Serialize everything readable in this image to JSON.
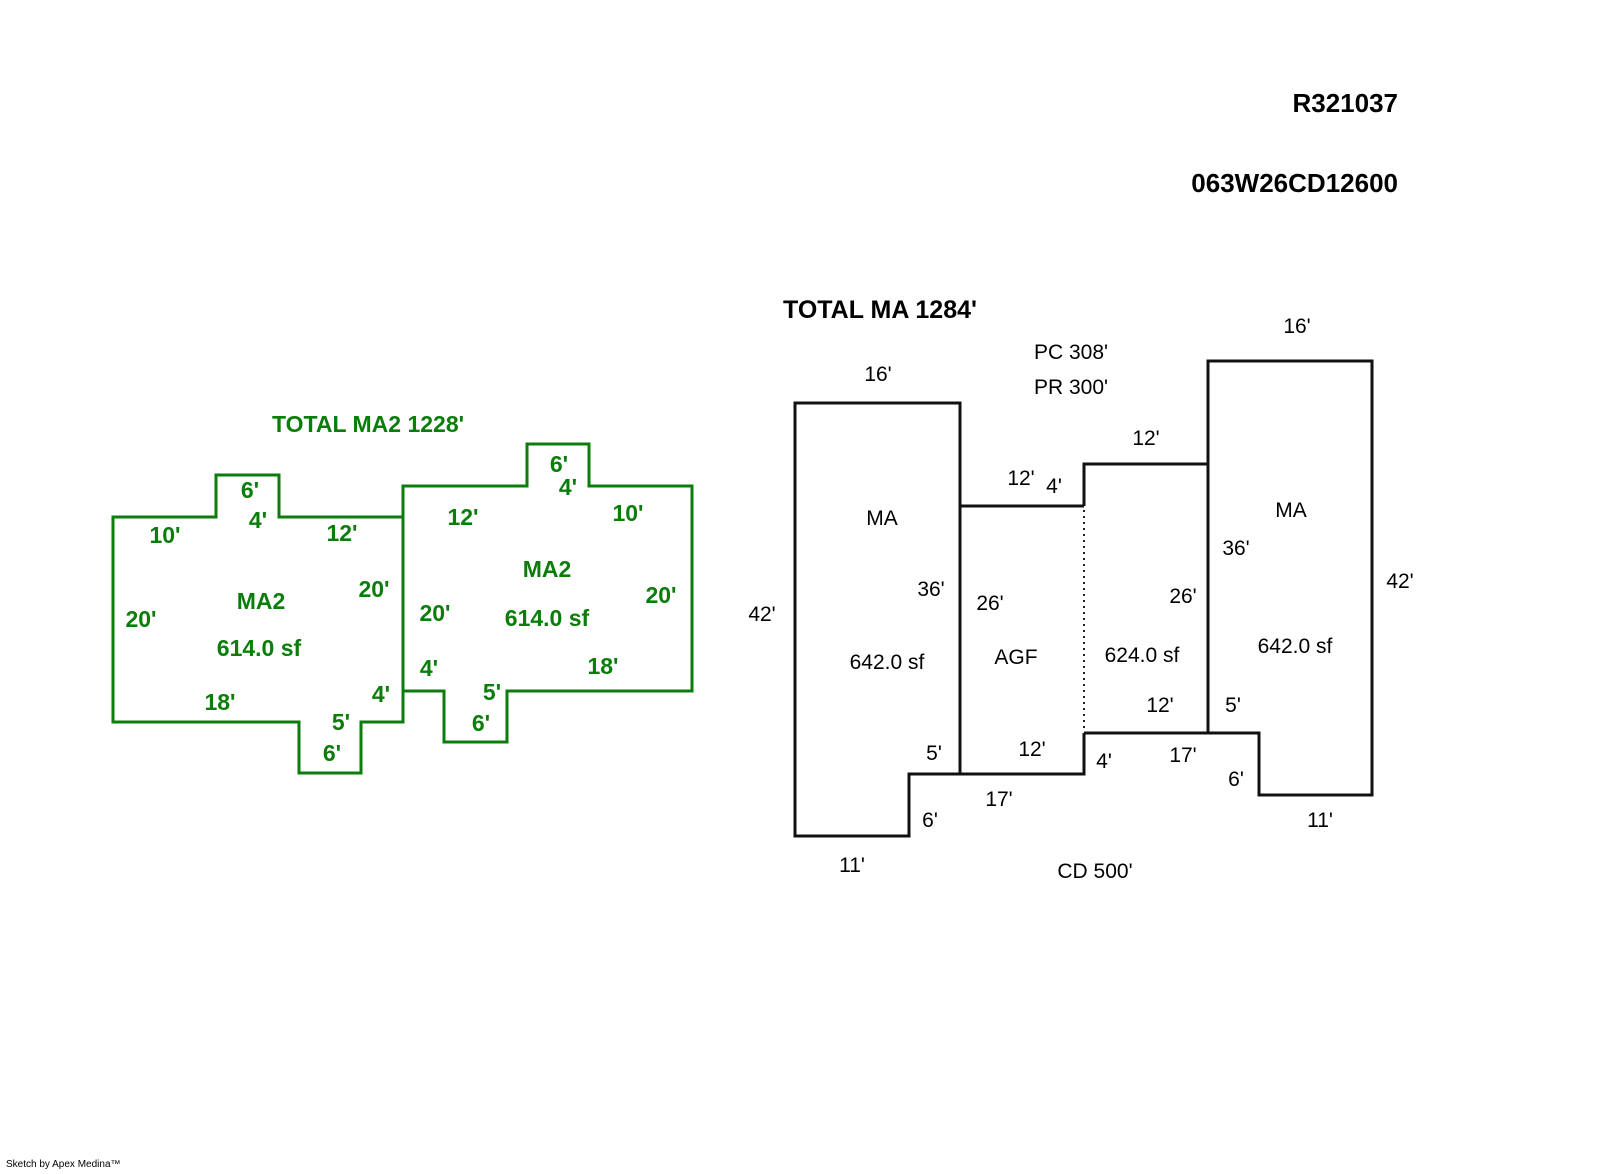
{
  "header": {
    "record_id": "R321037",
    "parcel_id": "063W26CD12600"
  },
  "colors": {
    "ma2_green": "#0a7d0a",
    "ma_black": "#111111",
    "background": "#ffffff"
  },
  "ma2_group": {
    "total_label": "TOTAL MA2 1228'",
    "left_unit": {
      "name": "MA2",
      "area": "614.0 sf",
      "dims": {
        "top_left": "10'",
        "bump_width": "6'",
        "bump_depth": "4'",
        "top_right": "12'",
        "left_side": "20'",
        "right_side": "20'",
        "bottom_left": "18'",
        "right_lower": "4'",
        "notch_depth": "5'",
        "notch_width": "6'"
      }
    },
    "right_unit": {
      "name": "MA2",
      "area": "614.0 sf",
      "dims": {
        "top_left": "12'",
        "bump_width": "6'",
        "bump_depth": "4'",
        "top_right": "10'",
        "left_side": "20'",
        "right_side": "20'",
        "left_lower": "4'",
        "bottom_right": "18'",
        "notch_depth": "5'",
        "notch_width": "6'"
      }
    }
  },
  "ma_group": {
    "total_label": "TOTAL MA  1284'",
    "pc_label": "PC  308'",
    "pr_label": "PR  300'",
    "cd_label": "CD  500'",
    "left_unit": {
      "name": "MA",
      "area": "642.0 sf",
      "dims": {
        "top": "16'",
        "left_side": "42'",
        "right_side": "36'",
        "step_depth": "5'",
        "step_width": "6'",
        "bottom": "11'"
      }
    },
    "garage": {
      "name": "AGF",
      "dims": {
        "top": "12'",
        "left_side": "26'",
        "bottom_inner": "12'",
        "bottom_outer": "17'",
        "top_step": "4'"
      }
    },
    "middle_unit": {
      "area": "624.0 sf",
      "dims": {
        "top": "12'",
        "right_side": "26'",
        "bottom_inner": "12'",
        "bottom_outer": "17'",
        "bottom_step": "4'"
      }
    },
    "right_unit": {
      "name": "MA",
      "area": "642.0 sf",
      "dims": {
        "top": "16'",
        "left_side": "36'",
        "right_side": "42'",
        "step_depth": "5'",
        "step_width": "6'",
        "bottom": "11'"
      }
    }
  },
  "footer": {
    "credit": "Sketch by Apex Medina™"
  }
}
